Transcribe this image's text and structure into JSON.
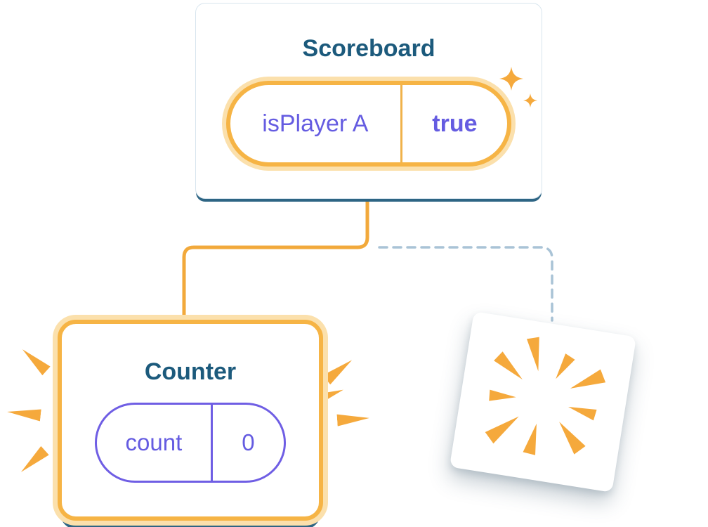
{
  "scoreboard": {
    "title": "Scoreboard",
    "prop_pill": {
      "name": "isPlayer A",
      "value": "true"
    }
  },
  "counter": {
    "title": "Counter",
    "state_pill": {
      "name": "count",
      "value": "0"
    }
  },
  "icons": {
    "sparkle": "sparkle-icon (two orange four-point stars)",
    "burst": "burst-icon (orange wedges radiating outward)",
    "emphasis_marks": "orange dash wedges flanking counter card"
  },
  "colors": {
    "orange_line": "#F2A93B",
    "orange_border": "#F6B445",
    "orange_halo": "#FBE0AC",
    "purple": "#655CE1",
    "title_blue": "#1C5A7C",
    "card_shadow_blue": "#2E6584",
    "dashed_line_blue": "#A9C3D6",
    "background": "#FFFFFF"
  }
}
